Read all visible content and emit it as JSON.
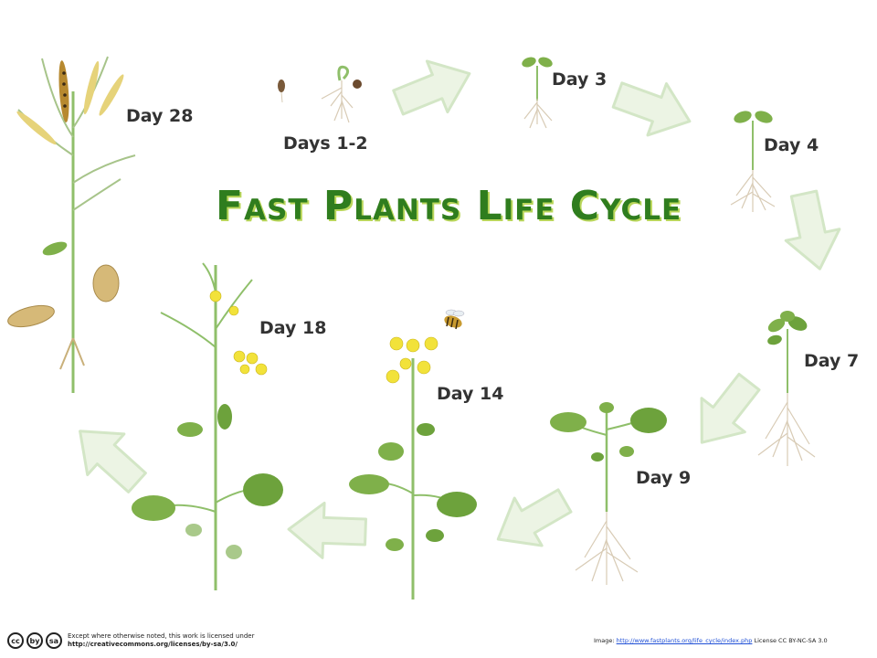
{
  "title": "Fast Plants Life Cycle",
  "stages": [
    {
      "id": "days-1-2",
      "label": "Days 1-2"
    },
    {
      "id": "day-3",
      "label": "Day 3"
    },
    {
      "id": "day-4",
      "label": "Day 4"
    },
    {
      "id": "day-7",
      "label": "Day 7"
    },
    {
      "id": "day-9",
      "label": "Day 9"
    },
    {
      "id": "day-14",
      "label": "Day 14"
    },
    {
      "id": "day-18",
      "label": "Day 18"
    },
    {
      "id": "day-28",
      "label": "Day 28"
    }
  ],
  "footer": {
    "cc_icons": [
      "cc",
      "by",
      "sa"
    ],
    "license_line1": "Except where otherwise noted, this work is licensed under",
    "license_line2": "http://creativecommons.org/licenses/by-sa/3.0/",
    "image_prefix": "Image: ",
    "image_url": "http://www.fastplants.org/life_cycle/index.php",
    "image_license": " License CC BY-NC-SA 3.0"
  },
  "colors": {
    "title": "#2f7d1e",
    "title_shadow": "#b9d65a",
    "leaf": "#7fb04a",
    "stem": "#8fbf6a",
    "root": "#d8cbb5",
    "arrow": "#e6f0dd",
    "flower": "#f2e23a",
    "pod": "#e6d37a"
  }
}
